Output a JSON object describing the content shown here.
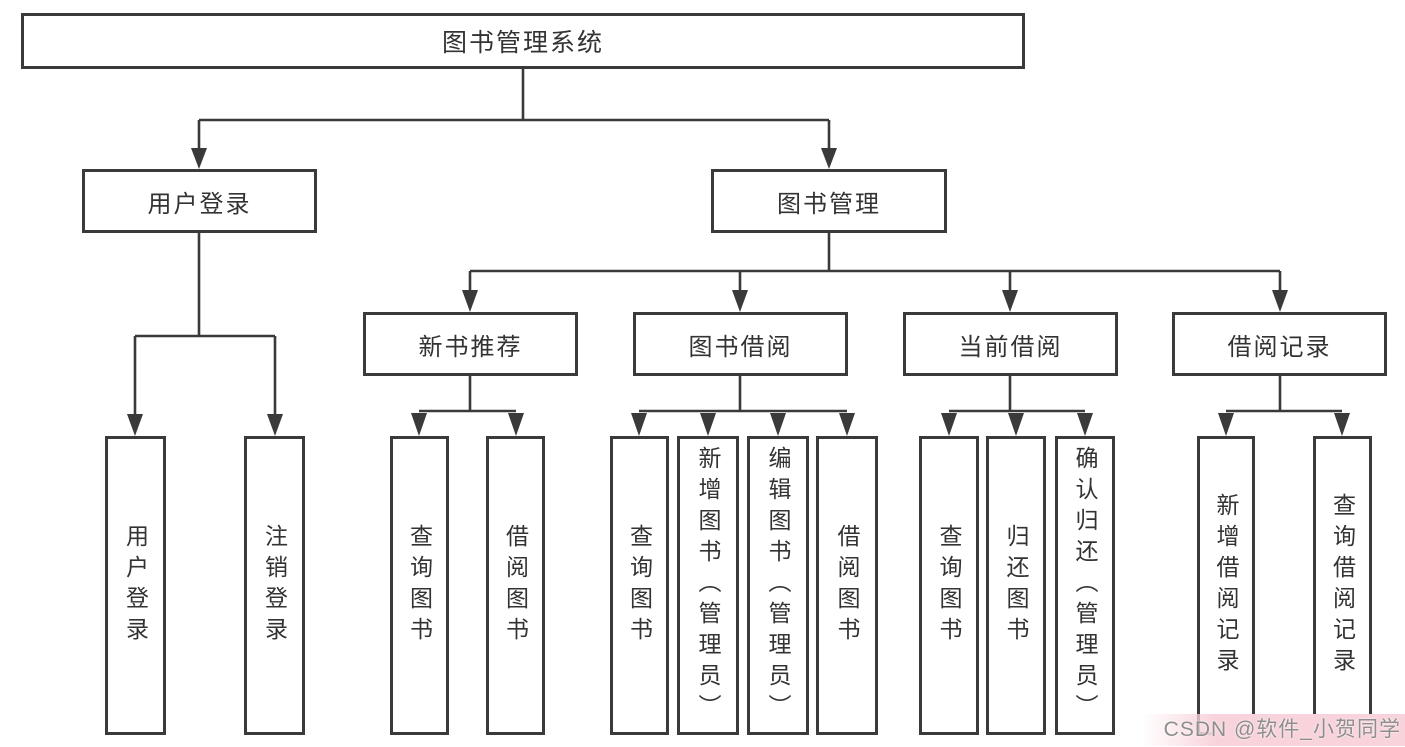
{
  "diagram": {
    "root": {
      "label": "图书管理系统"
    },
    "branches": [
      {
        "label": "用户登录",
        "children": [
          {
            "label": "用户登录"
          },
          {
            "label": "注销登录"
          }
        ]
      },
      {
        "label": "图书管理",
        "children": [
          {
            "label": "新书推荐",
            "children": [
              {
                "label": "查询图书"
              },
              {
                "label": "借阅图书"
              }
            ]
          },
          {
            "label": "图书借阅",
            "children": [
              {
                "label": "查询图书"
              },
              {
                "label": "新增图书（管理员）"
              },
              {
                "label": "编辑图书（管理员）"
              },
              {
                "label": "借阅图书"
              }
            ]
          },
          {
            "label": "当前借阅",
            "children": [
              {
                "label": "查询图书"
              },
              {
                "label": "归还图书"
              },
              {
                "label": "确认归还（管理员）"
              }
            ]
          },
          {
            "label": "借阅记录",
            "children": [
              {
                "label": "新增借阅记录"
              },
              {
                "label": "查询借阅记录"
              }
            ]
          }
        ]
      }
    ]
  },
  "watermark": {
    "text": "CSDN @软件_小贺同学"
  },
  "colors": {
    "line": "#3a3a3a",
    "box_border": "#3a3a3a",
    "box_fill": "#ffffff",
    "text": "#333333",
    "watermark_text": "#8e8e8e",
    "watermark_bg": "#f8d3db"
  }
}
